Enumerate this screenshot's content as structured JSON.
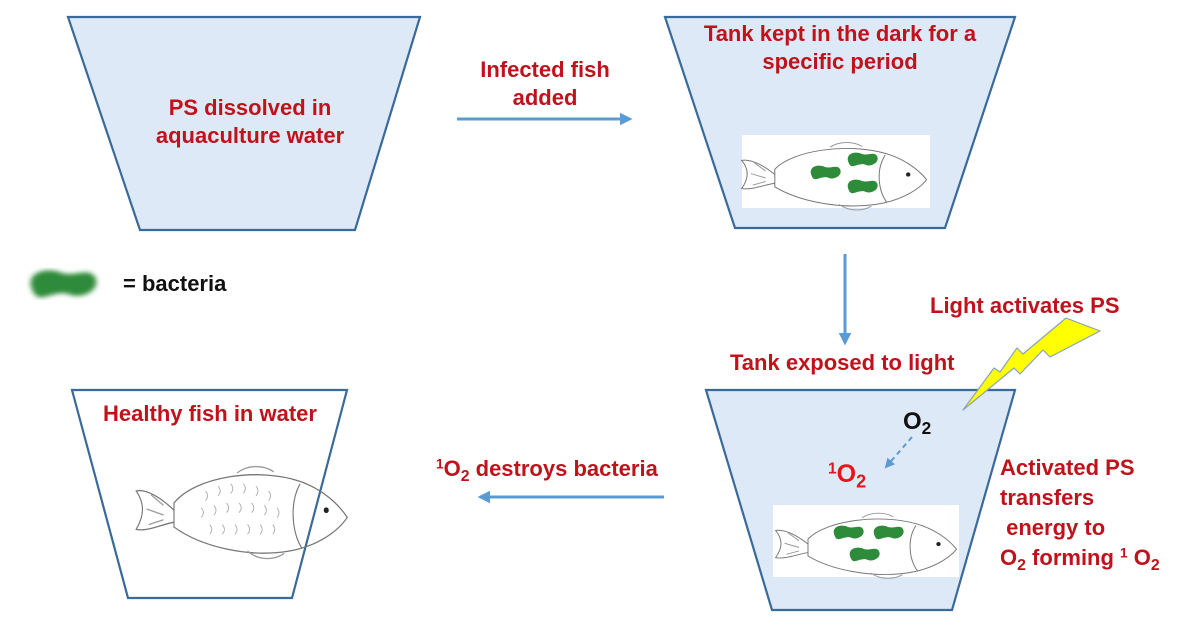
{
  "title": "Photodynamic inactivation of bacteria in aquaculture",
  "colors": {
    "label_red": "#c0121b",
    "tank_fill": "#dde9f6",
    "tank_stroke": "#3a6a9a",
    "arrow_blue": "#5b9bd5",
    "bacteria_green": "#2e8b3a",
    "lightning_yellow": "#ffff00",
    "oxygen_red": "#e8141c"
  },
  "steps": [
    {
      "id": "step1",
      "label_lines": [
        "PS dissolved in",
        "aquaculture water"
      ],
      "tank_filled": true,
      "fish": "none"
    },
    {
      "id": "step2",
      "label_lines": [
        "Tank kept in the dark for a",
        "specific period"
      ],
      "tank_filled": true,
      "fish": "infected",
      "bacteria_count": 3
    },
    {
      "id": "step3",
      "label_lines": [
        "Tank exposed to light"
      ],
      "tank_filled": true,
      "fish": "infected",
      "bacteria_count": 3
    },
    {
      "id": "step4",
      "label_lines": [
        "Healthy fish in water"
      ],
      "tank_filled": false,
      "fish": "healthy"
    }
  ],
  "transitions": [
    {
      "from": "step1",
      "to": "step2",
      "direction": "right",
      "label_lines": [
        "Infected fish",
        "added"
      ]
    },
    {
      "from": "step2",
      "to": "step3",
      "direction": "down",
      "label_lines": []
    },
    {
      "from": "step3",
      "to": "step4",
      "direction": "left",
      "label": {
        "sup": "1",
        "base": "O",
        "sub": "2",
        "rest": " destroys bacteria"
      }
    }
  ],
  "legend": {
    "icon": "bacteria-icon",
    "text": "= bacteria"
  },
  "light": {
    "label": "Light activates PS",
    "icon": "lightning-bolt-icon"
  },
  "oxygen": {
    "ground_state": {
      "base": "O",
      "sub": "2"
    },
    "singlet": {
      "sup": "1",
      "base": "O",
      "sub": "2"
    },
    "arrow_style": "dashed"
  },
  "energy_transfer_note": {
    "lines": [
      "Activated PS",
      "transfers",
      " energy to"
    ],
    "last_line": {
      "base1": "O",
      "sub1": "2",
      "mid": " forming ",
      "sup": "1",
      "base2": " O",
      "sub2": "2"
    }
  }
}
